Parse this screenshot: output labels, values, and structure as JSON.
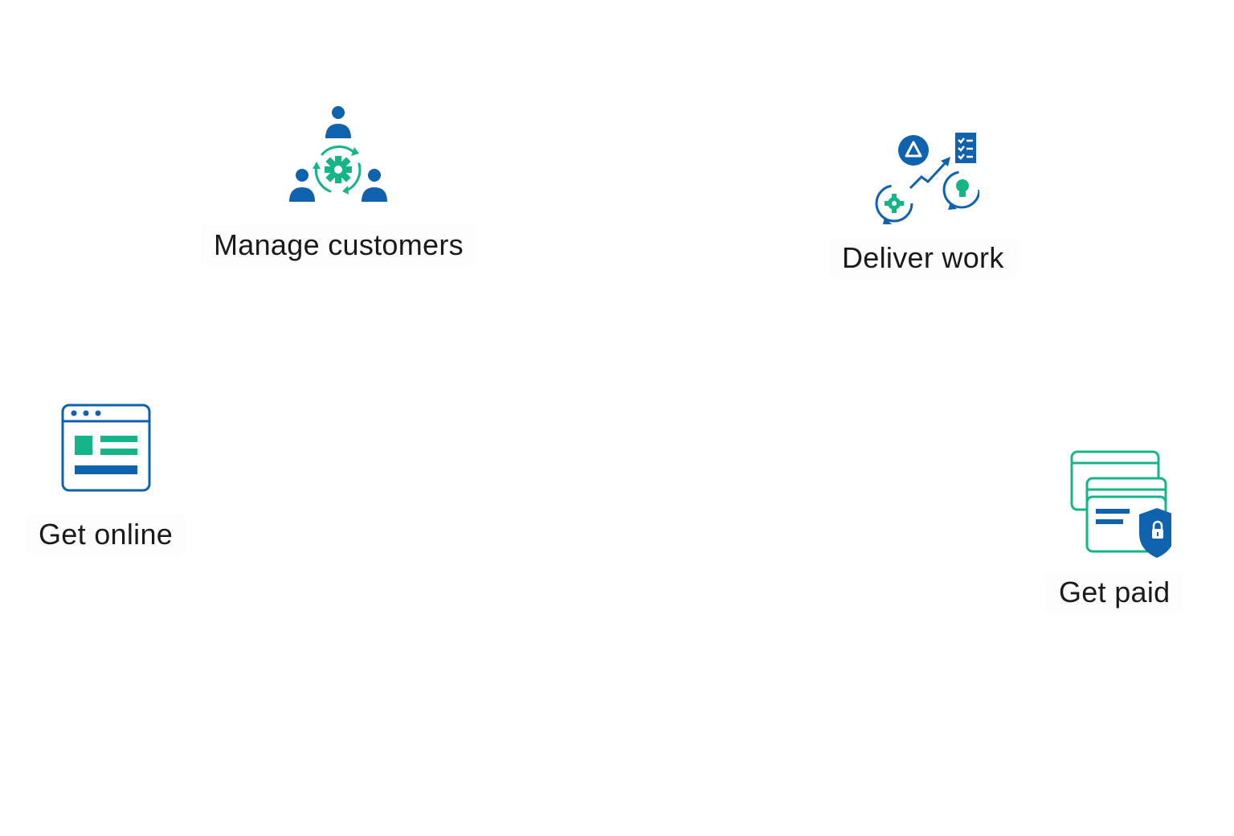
{
  "colors": {
    "blue": "#0f62ad",
    "green": "#17b489",
    "text": "#1a1a1a"
  },
  "features": {
    "manage_customers": {
      "label": "Manage customers",
      "icon": "customer-management-icon"
    },
    "deliver_work": {
      "label": "Deliver work",
      "icon": "work-delivery-icon"
    },
    "get_online": {
      "label": "Get online",
      "icon": "website-browser-icon"
    },
    "get_paid": {
      "label": "Get paid",
      "icon": "secure-payment-cards-icon"
    }
  }
}
